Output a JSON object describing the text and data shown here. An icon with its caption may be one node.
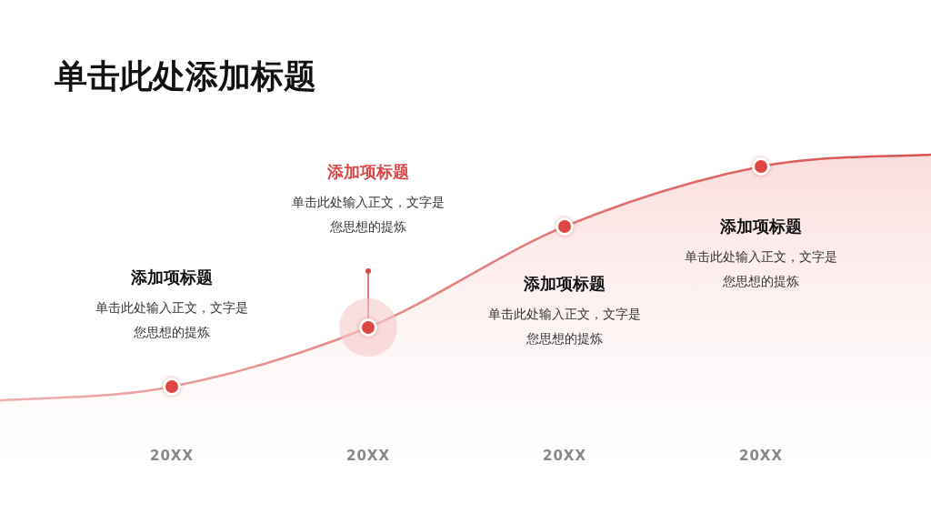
{
  "diagram": {
    "title": "单击此处添加标题",
    "nodes": [
      {
        "text": [
          "添加项标题",
          "单击此处输入正文，文字是您思想的提炼"
        ]
      },
      {
        "text": [
          "添加项标题",
          "单击此处输入正文，文字是您思想的提炼"
        ]
      },
      {
        "text": [
          "添加项标题",
          "单击此处输入正文，文字是您思想的提炼"
        ]
      },
      {
        "text": [
          "添加项标题",
          "单击此处输入正文，文字是您思想的提炼"
        ]
      },
      {
        "text": [],
        "shape": "circle"
      },
      {
        "text": [],
        "shape": "circle"
      },
      {
        "text": [],
        "shape": "circle"
      },
      {
        "text": [],
        "shape": "circle"
      },
      {
        "text": [],
        "shape": "circle"
      }
    ],
    "edges": [
      {
        "from": 5,
        "to": 8,
        "arrow": "none"
      }
    ],
    "labels": [
      "20XX",
      "20XX",
      "20XX",
      "20XX"
    ]
  }
}
